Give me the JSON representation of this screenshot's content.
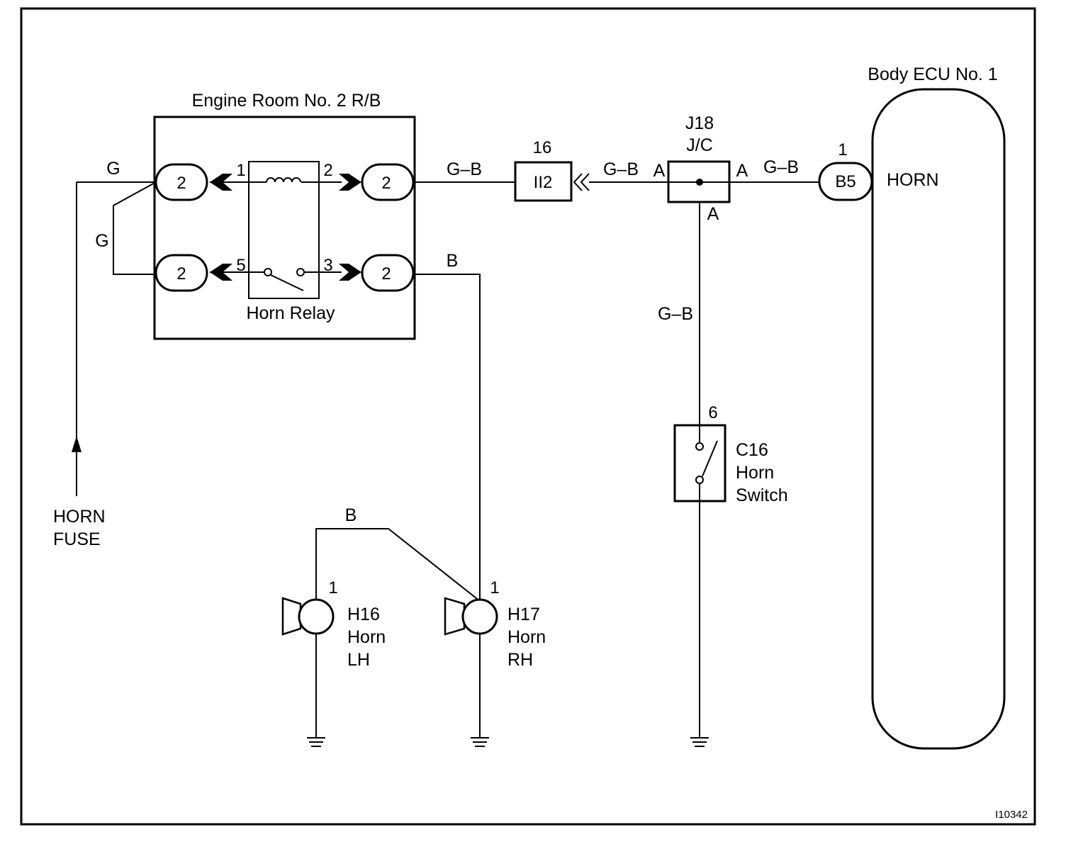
{
  "relay_block": {
    "title": "Engine Room No. 2 R/B",
    "relay_label": "Horn Relay",
    "connector_label": "2",
    "pins": {
      "p1": "1",
      "p2": "2",
      "p3": "3",
      "p5": "5"
    }
  },
  "wires": {
    "g_top": "G",
    "g_loop": "G",
    "gb_relay_out": "G–B",
    "gb_ii2_out": "G–B",
    "gb_jc_out": "G–B",
    "gb_vertical": "G–B",
    "b_relay": "B",
    "b_horns": "B"
  },
  "ii2": {
    "pin": "16",
    "label": "II2"
  },
  "jc": {
    "name": "J18",
    "type": "J/C",
    "term_left": "A",
    "term_right": "A",
    "term_bottom": "A"
  },
  "ecu": {
    "title": "Body ECU No. 1",
    "pin": "1",
    "connector": "B5",
    "signal": "HORN"
  },
  "fuse": {
    "line1": "HORN",
    "line2": "FUSE"
  },
  "horn_switch": {
    "pin": "6",
    "code": "C16",
    "line2": "Horn",
    "line3": "Switch"
  },
  "horn_lh": {
    "pin": "1",
    "code": "H16",
    "line2": "Horn",
    "line3": "LH"
  },
  "horn_rh": {
    "pin": "1",
    "code": "H17",
    "line2": "Horn",
    "line3": "RH"
  },
  "figure_code": "I10342"
}
